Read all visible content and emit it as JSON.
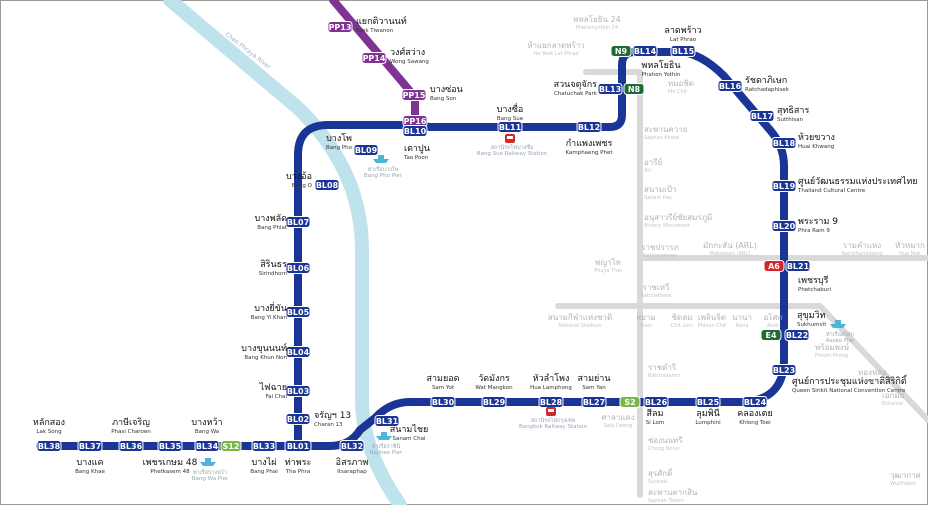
{
  "colors": {
    "blue_line": "#1a3596",
    "purple_line": "#7f3493",
    "light_green_line": "#7ab648",
    "dark_green_line": "#1f6b36",
    "airport_link": "#d6262a",
    "river": "#bfe3ec",
    "inactive_line": "#d9d9d9"
  },
  "river": {
    "label": "Chao Phraya River"
  },
  "stations": {
    "pp13": {
      "code": "PP13",
      "th": "แยกติวานนท์",
      "en": "Yaek Tiwanon"
    },
    "pp14": {
      "code": "PP14",
      "th": "วงศ์สว่าง",
      "en": "Wong Sawang"
    },
    "pp15": {
      "code": "PP15",
      "th": "บางซ่อน",
      "en": "Bang Son"
    },
    "pp16": {
      "code": "PP16"
    },
    "bl10": {
      "code": "BL10",
      "th": "เตาปูน",
      "en": "Tao Poon"
    },
    "bl09": {
      "code": "BL09",
      "th": "บางโพ",
      "en": "Bang Pho"
    },
    "bl08": {
      "code": "BL08",
      "th": "บางอ้อ",
      "en": "Bang O"
    },
    "bl07": {
      "code": "BL07",
      "th": "บางพลัด",
      "en": "Bang Phlat"
    },
    "bl06": {
      "code": "BL06",
      "th": "สิรินธร",
      "en": "Sirindhorn"
    },
    "bl05": {
      "code": "BL05",
      "th": "บางยี่ขัน",
      "en": "Bang Yi Khan"
    },
    "bl04": {
      "code": "BL04",
      "th": "บางขุนนนท์",
      "en": "Bang Khun Non"
    },
    "bl03": {
      "code": "BL03",
      "th": "ไฟฉาย",
      "en": "Fai Chai"
    },
    "bl02": {
      "code": "BL02",
      "th": "จรัญฯ 13",
      "en": "Charan 13"
    },
    "bl01": {
      "code": "BL01",
      "th": "ท่าพระ",
      "en": "Tha Phra"
    },
    "bl11": {
      "code": "BL11",
      "th": "บางซื่อ",
      "en": "Bang Sue"
    },
    "bl12": {
      "code": "BL12",
      "th": "กำแพงเพชร",
      "en": "Kamphaeng Phet"
    },
    "bl13": {
      "code": "BL13",
      "th": "สวนจตุจักร",
      "en": "Chatuchak Park"
    },
    "n8": {
      "code": "N8"
    },
    "n9": {
      "code": "N9"
    },
    "bl14": {
      "code": "BL14",
      "th": "พหลโยธิน",
      "en": "Phahon Yothin"
    },
    "bl15": {
      "code": "BL15",
      "th": "ลาดพร้าว",
      "en": "Lat Phrao"
    },
    "bl16": {
      "code": "BL16",
      "th": "รัชดาภิเษก",
      "en": "Ratchadaphisek"
    },
    "bl17": {
      "code": "BL17",
      "th": "สุทธิสาร",
      "en": "Sutthisan"
    },
    "bl18": {
      "code": "BL18",
      "th": "ห้วยขวาง",
      "en": "Huai Khwang"
    },
    "bl19": {
      "code": "BL19",
      "th": "ศูนย์วัฒนธรรมแห่งประเทศไทย",
      "en": "Thailand Cultural Centre"
    },
    "bl20": {
      "code": "BL20",
      "th": "พระราม 9",
      "en": "Phra Ram 9"
    },
    "a6": {
      "code": "A6"
    },
    "bl21": {
      "code": "BL21",
      "th": "เพชรบุรี",
      "en": "Phetchaburi"
    },
    "e4": {
      "code": "E4"
    },
    "bl22": {
      "code": "BL22",
      "th": "สุขุมวิท",
      "en": "Sukhumvit"
    },
    "bl23": {
      "code": "BL23",
      "th": "ศูนย์การประชุมแห่งชาติสิริกิติ์",
      "en": "Queen Sirikit National Convention Centre"
    },
    "bl24": {
      "code": "BL24",
      "th": "คลองเตย",
      "en": "Khlong Toei"
    },
    "bl25": {
      "code": "BL25",
      "th": "ลุมพินี",
      "en": "Lumphini"
    },
    "bl26": {
      "code": "BL26",
      "th": "สีลม",
      "en": "Si Lom"
    },
    "s2": {
      "code": "S2"
    },
    "bl27": {
      "code": "BL27",
      "th": "สามย่าน",
      "en": "Sam Yan"
    },
    "bl28": {
      "code": "BL28",
      "th": "หัวลำโพง",
      "en": "Hua Lamphong"
    },
    "bl29": {
      "code": "BL29",
      "th": "วัดมังกร",
      "en": "Wat Mangkon"
    },
    "bl30": {
      "code": "BL30",
      "th": "สามยอด",
      "en": "Sam Yot"
    },
    "bl31": {
      "code": "BL31",
      "th": "สนามไชย",
      "en": "Sanam Chai"
    },
    "bl32": {
      "code": "BL32",
      "th": "อิสรภาพ",
      "en": "Itsaraphap"
    },
    "bl33": {
      "code": "BL33",
      "th": "บางไผ่",
      "en": "Bang Phai"
    },
    "s12": {
      "code": "S12"
    },
    "bl34": {
      "code": "BL34",
      "th": "บางหว้า",
      "en": "Bang Wa"
    },
    "bl35": {
      "code": "BL35",
      "th": "เพชรเกษม 48",
      "en": "Phetkasem 48"
    },
    "bl36": {
      "code": "BL36",
      "th": "ภาษีเจริญ",
      "en": "Phasi Charoen"
    },
    "bl37": {
      "code": "BL37",
      "th": "บางแค",
      "en": "Bang Khae"
    },
    "bl38": {
      "code": "BL38",
      "th": "หลักสอง",
      "en": "Lak Song"
    }
  },
  "grey_stations": {
    "phahonyothin24": {
      "th": "พหลโยธิน 24",
      "en": "Phahonyothin 24"
    },
    "ha_yaek": {
      "th": "ห้าแยกลาดพร้าว",
      "en": "Ha Yaek Lat Phrao"
    },
    "mo_chit": {
      "th": "หมอชิต",
      "en": "Mo Chit"
    },
    "saphan_khwai": {
      "th": "สะพานควาย",
      "en": "Saphan Khwai"
    },
    "ari": {
      "th": "อารีย์",
      "en": "Ari"
    },
    "sanam_pao": {
      "th": "สนามเป้า",
      "en": "Sanam Pao"
    },
    "victory": {
      "th": "อนุสาวรีย์ชัยสมรภูมิ",
      "en": "Victory Monument"
    },
    "phaya_thai": {
      "th": "พญาไท",
      "en": "Phaya Thai"
    },
    "ratchaprarop": {
      "th": "ราชปรารภ",
      "en": "Ratchaprarop"
    },
    "makkasan": {
      "th": "มักกะสัน (ARL)",
      "en": "Makkasan (ARL)"
    },
    "ramkhamhaeng": {
      "th": "รามคำแหง",
      "en": "Ramkhamhaeng"
    },
    "hua_mak": {
      "th": "หัวหมาก",
      "en": "Hua Mak"
    },
    "ratchathewi": {
      "th": "ราชเทวี",
      "en": "Ratchathewi"
    },
    "national_stadium": {
      "th": "สนามกีฬาแห่งชาติ",
      "en": "National Stadium"
    },
    "siam": {
      "th": "สยาม",
      "en": "Siam"
    },
    "chit_lom": {
      "th": "ชิดลม",
      "en": "Chit Lom"
    },
    "phloen_chit": {
      "th": "เพลินจิต",
      "en": "Phloen Chit"
    },
    "nana": {
      "th": "นานา",
      "en": "Nana"
    },
    "asok": {
      "th": "อโศก",
      "en": "Asok"
    },
    "ratchadamri": {
      "th": "ราชดำริ",
      "en": "Ratchadamri"
    },
    "sala_daeng": {
      "th": "ศาลาแดง",
      "en": "Sala Daeng"
    },
    "chong_nonsi": {
      "th": "ช่องนนทรี",
      "en": "Chong Nonsi"
    },
    "surasak": {
      "th": "สุรศักดิ์",
      "en": "Surasak"
    },
    "saphan_taksin": {
      "th": "สะพานตากสิน",
      "en": "Saphan Taksin"
    },
    "phrom_phong": {
      "th": "พร้อมพงษ์",
      "en": "Phrom Phong"
    },
    "thong_lo": {
      "th": "ทองหล่อ",
      "en": "Thong Lo"
    },
    "ekkamai": {
      "th": "เอกมัย",
      "en": "Ekkamai"
    },
    "wutthakat": {
      "th": "วุฒากาศ",
      "en": "Wutthakat"
    }
  },
  "pois": {
    "bang_sue_rail": {
      "th": "สถานีรถไฟบางซื่อ",
      "en": "Bang Sue Railway Station",
      "icon": "train-icon"
    },
    "bangkok_rail": {
      "th": "สถานีรถไฟกรุงเทพ",
      "en": "Bangkok Railway Station",
      "icon": "train-icon"
    },
    "bang_pho_pier": {
      "th": "ท่าเรือบางโพ",
      "en": "Bang Pho Pier",
      "icon": "boat-icon"
    },
    "rajinee_pier": {
      "th": "ท่าเรือราชินี",
      "en": "Rajinee Pier",
      "icon": "boat-icon"
    },
    "bang_wa_pier": {
      "th": "ท่าเรือบางหว้า",
      "en": "Bang Wa Pier",
      "icon": "boat-icon"
    },
    "asoke_pier": {
      "th": "ท่าเรืออโศก",
      "en": "Asoke Pier",
      "icon": "boat-icon"
    }
  }
}
